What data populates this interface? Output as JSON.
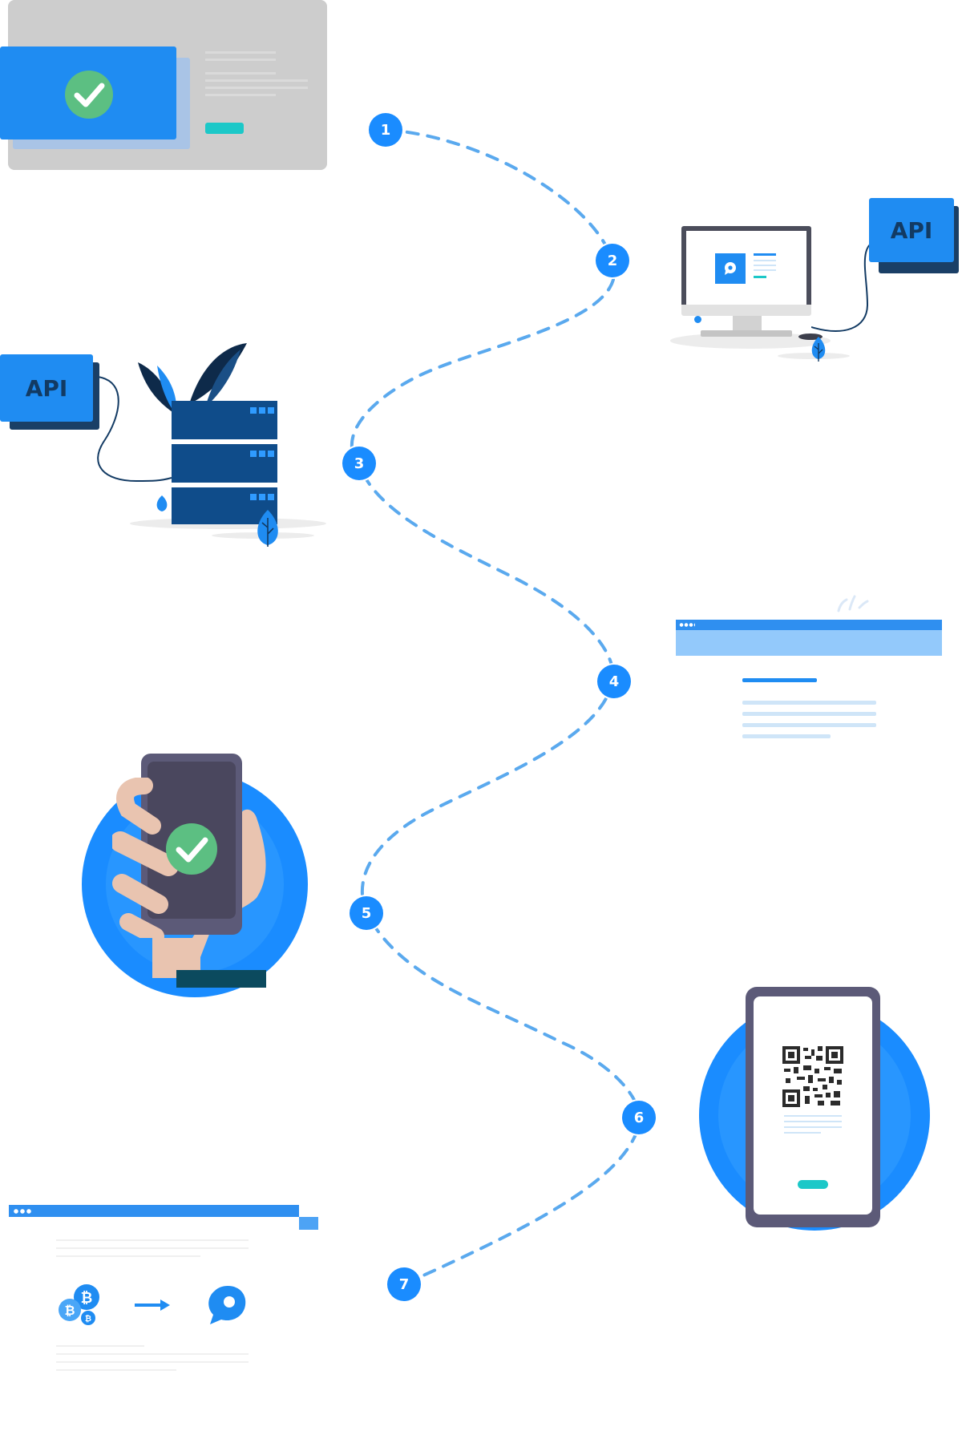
{
  "steps": [
    "1",
    "2",
    "3",
    "4",
    "5",
    "6",
    "7"
  ],
  "api": {
    "label_right": "API",
    "label_left": "API"
  },
  "colors": {
    "primary_blue": "#1a8cff",
    "path_blue": "#5aa9ee",
    "dark_navy": "#0f4c8a",
    "success_green": "#5cbf82",
    "teal_accent": "#1cc8c8",
    "panel_gray": "#cdcdcd",
    "phone_frame": "#5c5a78"
  },
  "icons": {
    "checkmark": "check-circle-icon",
    "bitcoin": "bitcoin-coin-icon",
    "brand": "chat-bubble-logo-icon",
    "arrow": "arrow-right-icon",
    "qr": "qr-code-icon",
    "leaf": "leaf-plant-icon"
  }
}
